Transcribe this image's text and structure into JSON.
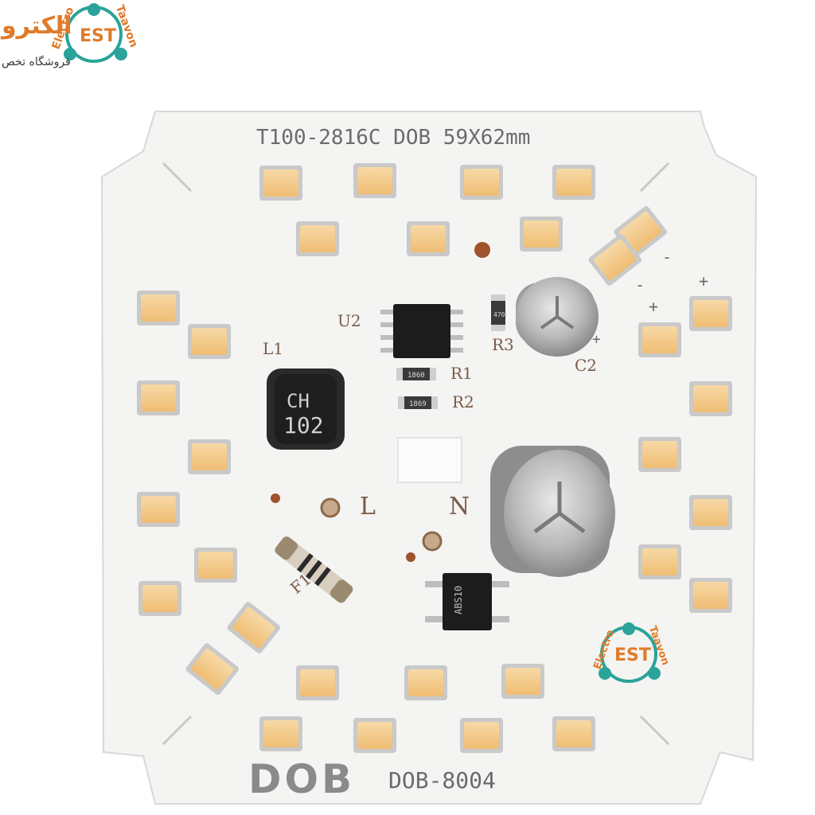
{
  "board": {
    "header_text": "T100-2816C DOB 59X62mm",
    "brand_logo": "DOB",
    "model_text": "DOB-8004",
    "labels": {
      "l1": "L1",
      "u2": "U2",
      "r1": "R1",
      "r2": "R2",
      "r3": "R3",
      "c2": "C2",
      "line": "L",
      "neutral": "N",
      "f1": "F1",
      "plus_1": "+",
      "plus_2": "+",
      "plus_3": "+",
      "minus_1": "-",
      "minus_2": "-"
    },
    "inductor_text_1": "CH",
    "inductor_text_2": "102",
    "resistor_codes": [
      "1860",
      "1869",
      "470"
    ],
    "bridge_text": "ABS10"
  },
  "watermark": {
    "text_top": "Electro",
    "text_side": "Taavon",
    "monogram": "EST",
    "persian_title": "الکترو",
    "persian_subtitle": "فروشگاه تخص"
  },
  "colors": {
    "pcb": "#f4f4f2",
    "led_body": "#f3c98a",
    "led_pad": "#c9c9c9",
    "chip": "#1c1c1c",
    "logo_teal": "#2aa39a",
    "logo_orange": "#e07b2a"
  }
}
